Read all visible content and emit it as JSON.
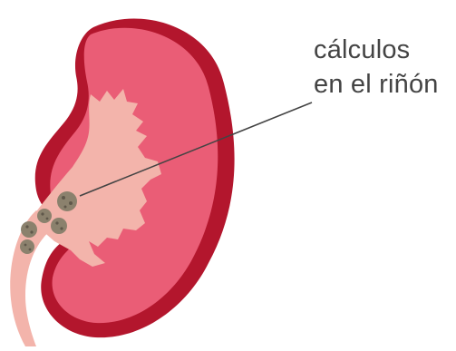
{
  "annotation": {
    "line1": "cálculos",
    "line2": "en el riñón"
  },
  "colors": {
    "outer_capsule": "#b3162d",
    "cortex": "#ea5d76",
    "pelvis": "#f3b4ab",
    "stone": "#8b816d",
    "stone_dark": "#5f574a",
    "leader_line": "#444444",
    "text": "#444444"
  },
  "icons": [
    "kidney-illustration",
    "kidney-stone-icon"
  ]
}
